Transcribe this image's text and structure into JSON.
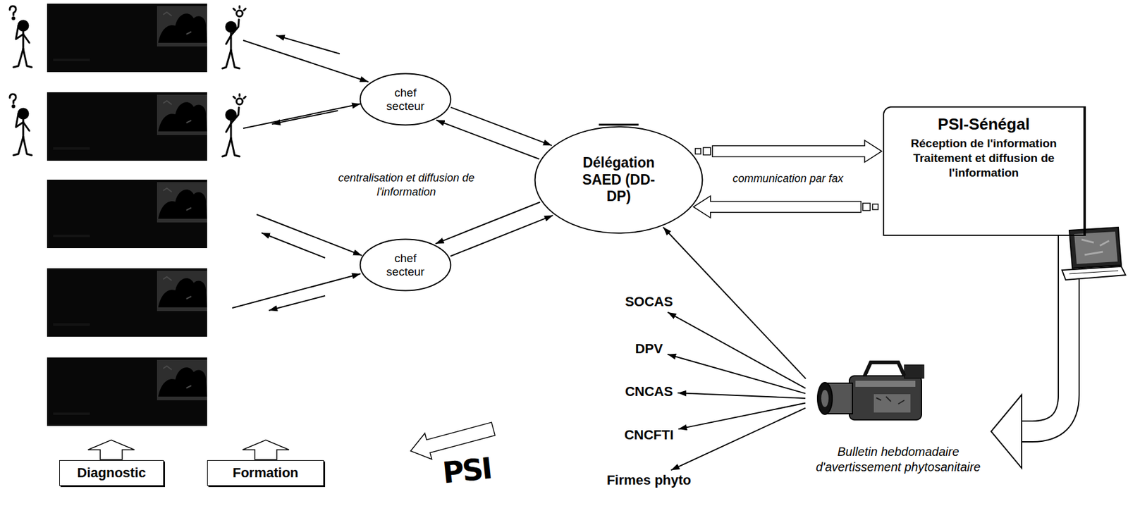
{
  "diagram": {
    "nodes": [
      {
        "text": [
          "chef secteur"
        ]
      },
      {
        "text": [
          "chef secteur"
        ]
      },
      {
        "text": [
          "Délégation SAED (DD-DP)"
        ]
      },
      {
        "text": [
          "PSI-Sénégal",
          "Réception de l'information Traitement et diffusion de l'information"
        ]
      },
      {
        "text": [
          "SOCAS"
        ]
      },
      {
        "text": [
          "DPV"
        ]
      },
      {
        "text": [
          "CNCAS"
        ]
      },
      {
        "text": [
          "CNCFTI"
        ]
      },
      {
        "text": [
          "Firmes phyto"
        ]
      },
      {
        "text": [
          "Bulletin hebdomadaire d'avertissement phytosanitaire"
        ]
      },
      {
        "text": [
          "Diagnostic"
        ]
      },
      {
        "text": [
          "Formation"
        ]
      }
    ],
    "edges": [
      {
        "from": 0,
        "to": 2,
        "arrow": "to"
      },
      {
        "from": 2,
        "to": 0,
        "arrow": "to"
      },
      {
        "from": 1,
        "to": 2,
        "arrow": "to"
      },
      {
        "from": 2,
        "to": 1,
        "arrow": "to"
      },
      {
        "from": 2,
        "to": 3,
        "label": "communication par fax",
        "arrow": "to"
      },
      {
        "from": 3,
        "to": 2,
        "arrow": "to"
      },
      {
        "from": 3,
        "to": 9,
        "arrow": "to"
      },
      {
        "from": 9,
        "to": 2,
        "arrow": "to"
      },
      {
        "from": 9,
        "to": 4,
        "arrow": "to"
      },
      {
        "from": 9,
        "to": 5,
        "arrow": "to"
      },
      {
        "from": 9,
        "to": 6,
        "arrow": "to"
      },
      {
        "from": 9,
        "to": 7,
        "arrow": "to"
      },
      {
        "from": 9,
        "to": 8,
        "arrow": "to"
      }
    ],
    "labels": [
      "centralisation et diffusion de l'information",
      "PSI"
    ]
  }
}
